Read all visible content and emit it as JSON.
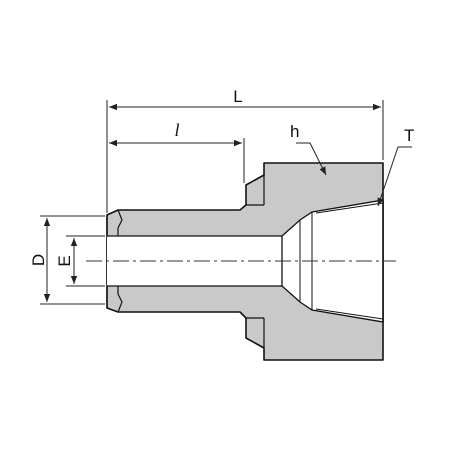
{
  "diagram": {
    "labels": {
      "L": "L",
      "l": "l",
      "h": "h",
      "T": "T",
      "D": "D",
      "E": "E"
    },
    "colors": {
      "body_fill": "#c9c9c9",
      "bore_fill": "#ffffff",
      "outline": "#111111",
      "dimension_line": "#222222",
      "centerline": "#333333"
    }
  }
}
